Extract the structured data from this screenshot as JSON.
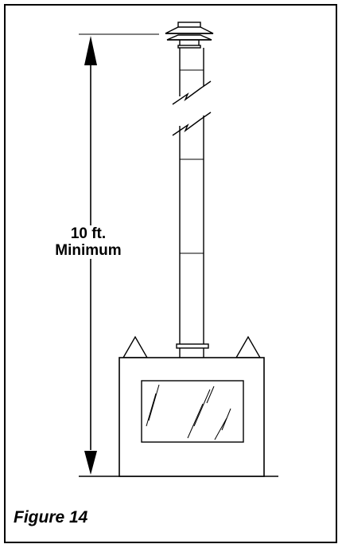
{
  "diagram": {
    "measurement": {
      "value_line": "10 ft.",
      "qualifier_line": "Minimum"
    },
    "caption": "Figure 14",
    "colors": {
      "line": "#000000",
      "background": "#ffffff"
    }
  }
}
